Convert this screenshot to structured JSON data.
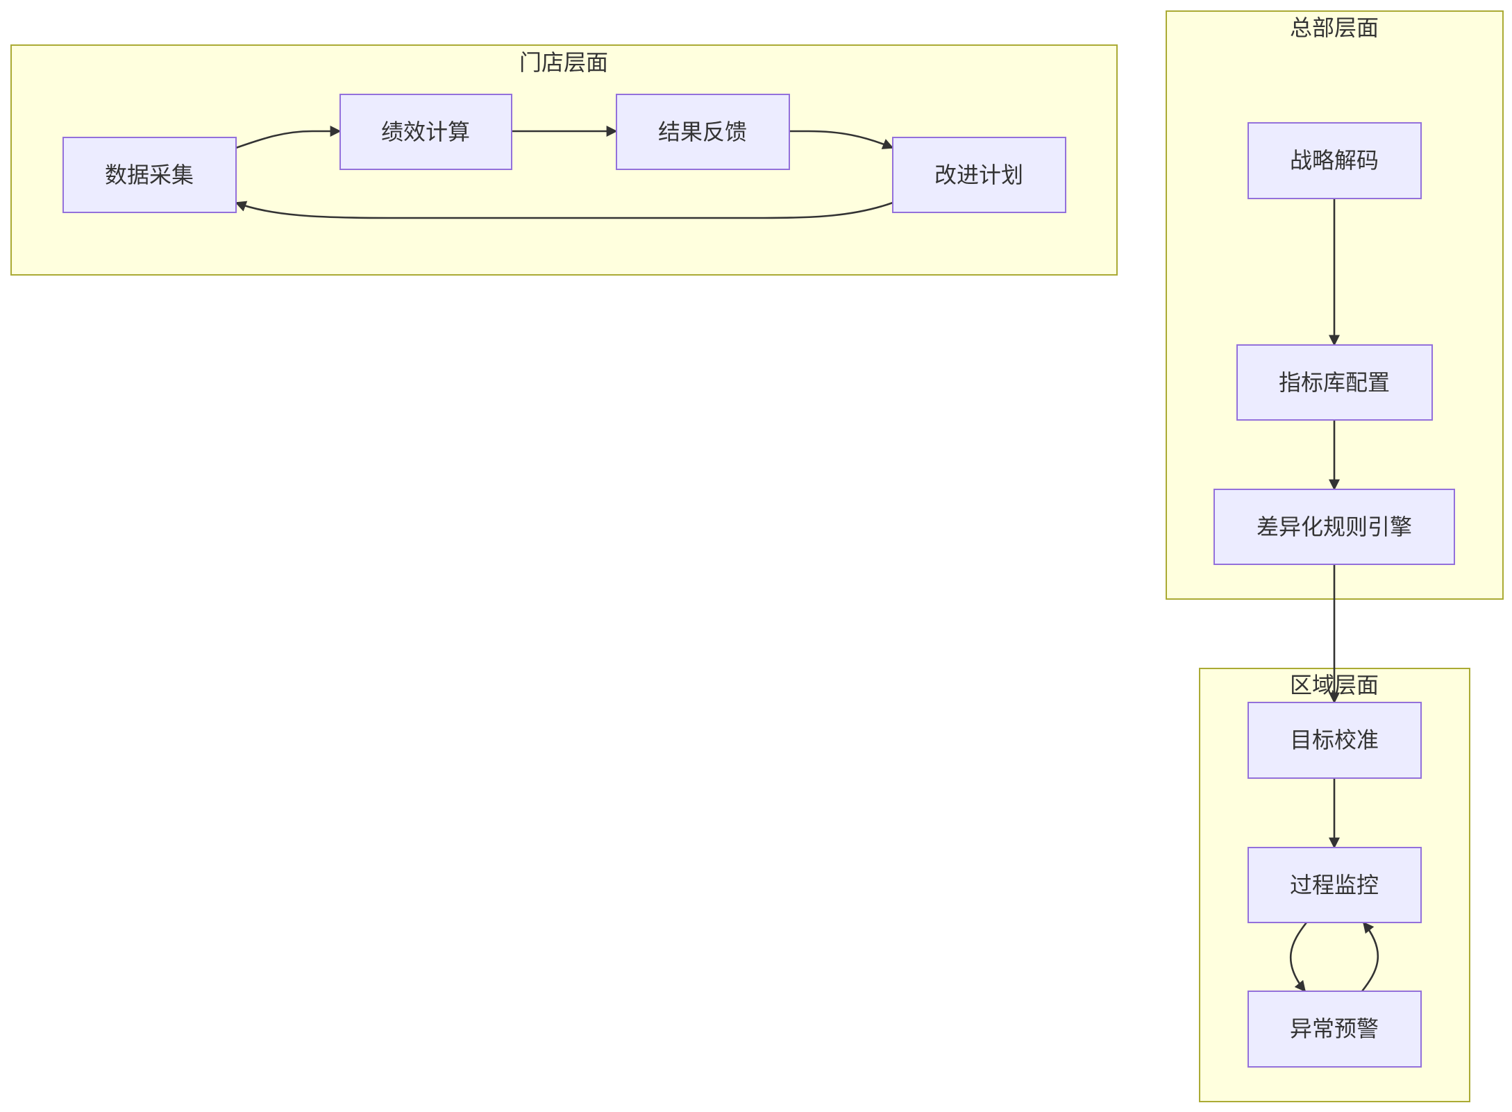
{
  "diagram": {
    "clusters": {
      "store": {
        "label": "门店层面"
      },
      "hq": {
        "label": "总部层面"
      },
      "region": {
        "label": "区域层面"
      }
    },
    "nodes": {
      "data_collection": {
        "label": "数据采集"
      },
      "performance_calc": {
        "label": "绩效计算"
      },
      "result_feedback": {
        "label": "结果反馈"
      },
      "improvement_plan": {
        "label": "改进计划"
      },
      "strategy_decode": {
        "label": "战略解码"
      },
      "indicator_config": {
        "label": "指标库配置"
      },
      "rule_engine": {
        "label": "差异化规则引擎"
      },
      "target_calibration": {
        "label": "目标校准"
      },
      "process_monitor": {
        "label": "过程监控"
      },
      "anomaly_alert": {
        "label": "异常预警"
      }
    },
    "edges": [
      {
        "from": "data_collection",
        "to": "performance_calc"
      },
      {
        "from": "performance_calc",
        "to": "result_feedback"
      },
      {
        "from": "result_feedback",
        "to": "improvement_plan"
      },
      {
        "from": "improvement_plan",
        "to": "data_collection"
      },
      {
        "from": "strategy_decode",
        "to": "indicator_config"
      },
      {
        "from": "indicator_config",
        "to": "rule_engine"
      },
      {
        "from": "rule_engine",
        "to": "target_calibration"
      },
      {
        "from": "target_calibration",
        "to": "process_monitor"
      },
      {
        "from": "process_monitor",
        "to": "anomaly_alert"
      },
      {
        "from": "anomaly_alert",
        "to": "process_monitor"
      }
    ]
  }
}
